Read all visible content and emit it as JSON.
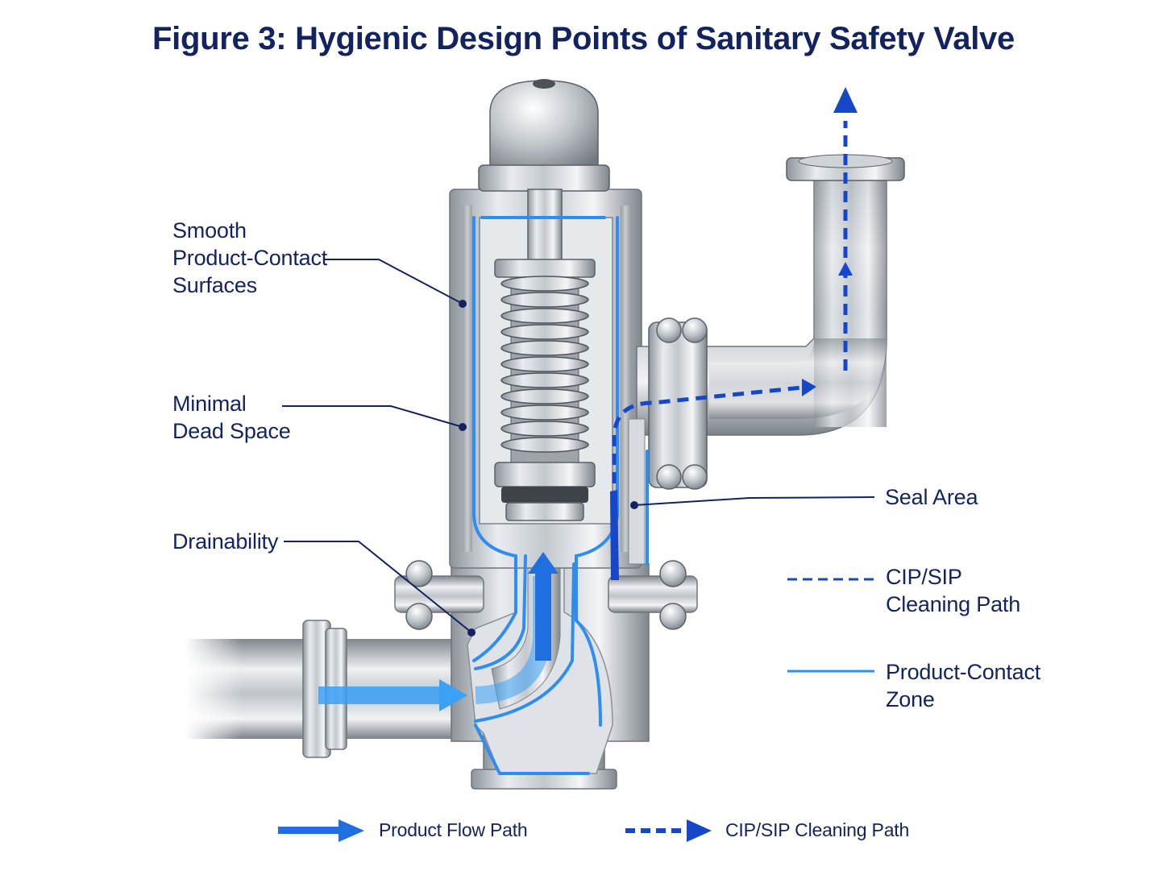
{
  "title": "Figure 3: Hygienic Design Points of Sanitary Safety Valve",
  "callouts": {
    "smooth_surfaces": "Smooth\nProduct-Contact\nSurfaces",
    "dead_space": "Minimal\nDead Space",
    "drainability": "Drainability",
    "seal_area": "Seal Area"
  },
  "key": {
    "cip_sip": "CIP/SIP\nCleaning Path",
    "product_contact": "Product-Contact\nZone"
  },
  "legend": {
    "product_flow": "Product Flow Path",
    "cip_sip_path": "CIP/SIP Cleaning Path"
  },
  "colors": {
    "navy_text": "#13235f",
    "product_contact_line": "#2f8df0",
    "flow_arrow": "#1f6fe0",
    "cip_dashed": "#1547c8",
    "steel": "#b9bec4"
  }
}
